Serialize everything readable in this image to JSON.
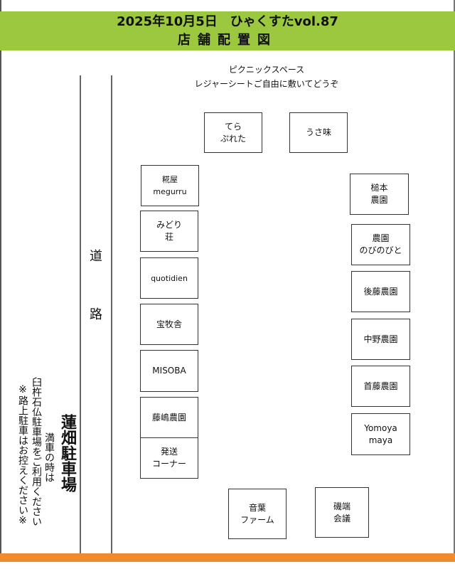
{
  "header": {
    "title": "2025年10月5日　ひゃくすたvol.87",
    "subtitle": "店舗配置図"
  },
  "picnic": {
    "title": "ピクニックスペース",
    "note": "レジャーシートご自由に敷いてどうぞ"
  },
  "road": {
    "char1": "道",
    "char2": "路"
  },
  "parking": {
    "name": "蓮畑駐車場",
    "full_note": "満車の時は",
    "alt_note": "臼杵石仏駐車場をご利用ください",
    "warning": "※路上駐車はお控えください※"
  },
  "booths": [
    {
      "label": "てら\nぷれた"
    },
    {
      "label": "うさ味"
    },
    {
      "label": "糀屋\nmegurru"
    },
    {
      "label": "みどり\n荘"
    },
    {
      "label": "quotidien"
    },
    {
      "label": "宝牧舎"
    },
    {
      "label": "MISOBA"
    },
    {
      "label": "藤嶋農園"
    },
    {
      "label": "発送\nコーナー"
    },
    {
      "label": "槌本\n農園"
    },
    {
      "label": "農園\nのびのびと"
    },
    {
      "label": "後藤農園"
    },
    {
      "label": "中野農園"
    },
    {
      "label": "首藤農園"
    },
    {
      "label": "Yomoya\nmaya"
    },
    {
      "label": "音葉\nファーム"
    },
    {
      "label": "磯端\n会議"
    }
  ],
  "colors": {
    "header": "#9bc83f",
    "footer": "#f08a2d"
  }
}
